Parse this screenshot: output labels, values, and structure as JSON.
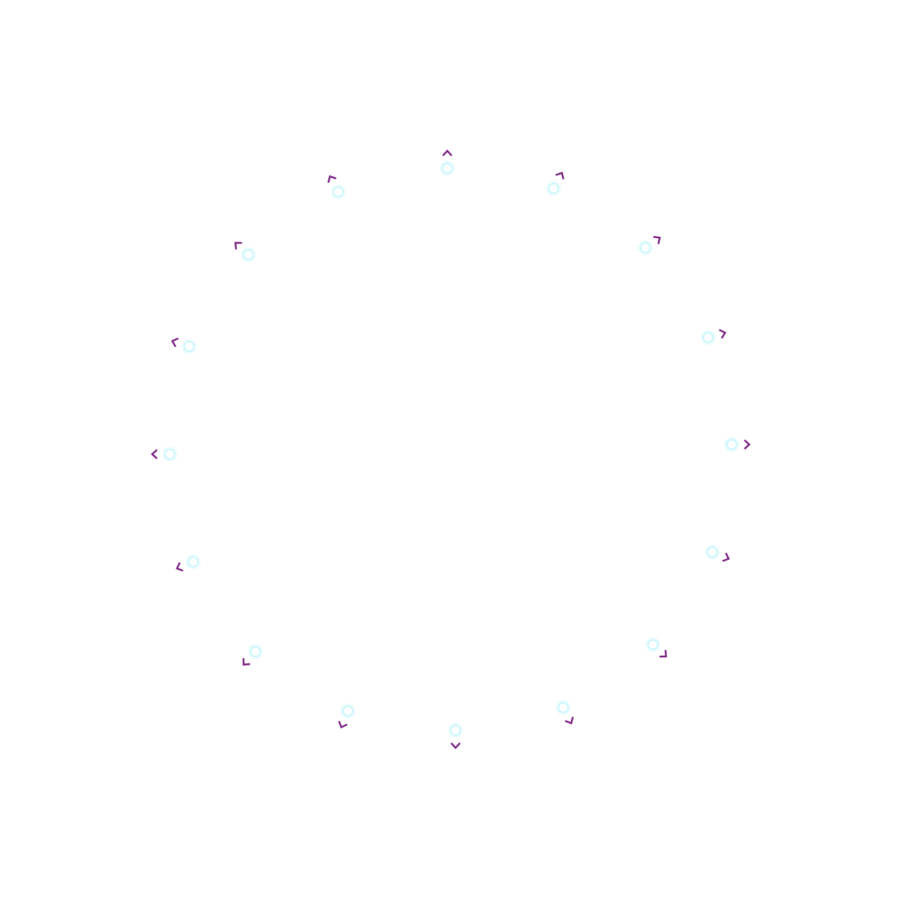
{
  "colors": {
    "background": "#ffffff",
    "node_stroke": "#c7f6fb",
    "node_glow": "#bff4fa",
    "chevron": "#7b1f82"
  },
  "icons": {
    "node": "ring-node-icon",
    "marker": "chevron-icon"
  },
  "nodes": [
    {
      "id": "node-1"
    },
    {
      "id": "node-2"
    },
    {
      "id": "node-3"
    },
    {
      "id": "node-4"
    },
    {
      "id": "node-5"
    },
    {
      "id": "node-6"
    },
    {
      "id": "node-7"
    },
    {
      "id": "node-8"
    },
    {
      "id": "node-9"
    },
    {
      "id": "node-10"
    },
    {
      "id": "node-11"
    },
    {
      "id": "node-12"
    },
    {
      "id": "node-13"
    },
    {
      "id": "node-14"
    },
    {
      "id": "node-15"
    },
    {
      "id": "node-16"
    }
  ]
}
